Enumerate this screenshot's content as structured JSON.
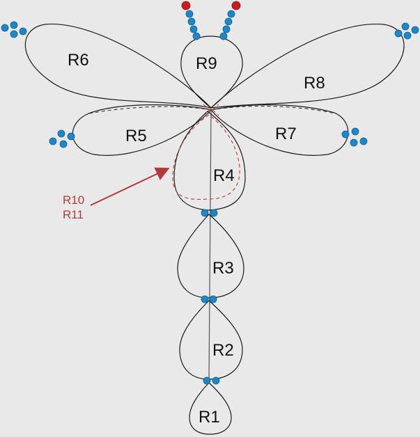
{
  "rings": {
    "r1": "R1",
    "r2": "R2",
    "r3": "R3",
    "r4": "R4",
    "r5": "R5",
    "r6": "R6",
    "r7": "R7",
    "r8": "R8",
    "r9": "R9"
  },
  "annotation": {
    "line1": "R10",
    "line2": "R11"
  },
  "colors": {
    "bead": "#1f86c8",
    "antenna_tip": "#c81e1e",
    "annotation": "#b23a3a"
  }
}
